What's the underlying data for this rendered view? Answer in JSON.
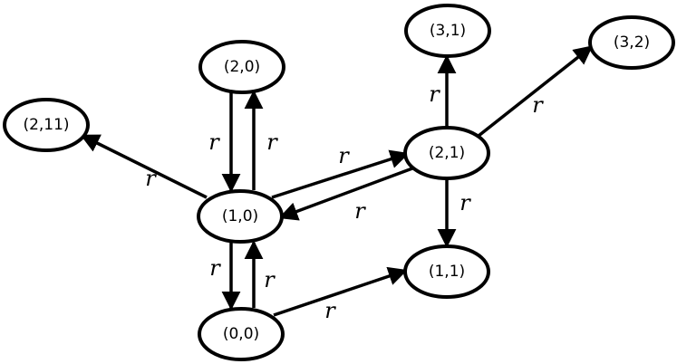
{
  "colors": {
    "stroke": "#000000",
    "fill": "#ffffff",
    "background": "#ffffff"
  },
  "nodes": [
    {
      "id": "n20",
      "label": "(2,0)"
    },
    {
      "id": "n211",
      "label": "(2,11)"
    },
    {
      "id": "n10",
      "label": "(1,0)"
    },
    {
      "id": "n00",
      "label": "(0,0)"
    },
    {
      "id": "n31",
      "label": "(3,1)"
    },
    {
      "id": "n32",
      "label": "(3,2)"
    },
    {
      "id": "n21",
      "label": "(2,1)"
    },
    {
      "id": "n11",
      "label": "(1,1)"
    }
  ],
  "edges": [
    {
      "from": "n10",
      "to": "n211",
      "label": "r"
    },
    {
      "from": "n20",
      "to": "n10",
      "label": "r"
    },
    {
      "from": "n10",
      "to": "n20",
      "label": "r"
    },
    {
      "from": "n10",
      "to": "n21",
      "label": "r"
    },
    {
      "from": "n21",
      "to": "n10",
      "label": "r"
    },
    {
      "from": "n10",
      "to": "n00",
      "label": "r"
    },
    {
      "from": "n00",
      "to": "n10",
      "label": "r"
    },
    {
      "from": "n00",
      "to": "n11",
      "label": "r"
    },
    {
      "from": "n21",
      "to": "n31",
      "label": "r"
    },
    {
      "from": "n21",
      "to": "n32",
      "label": "r"
    },
    {
      "from": "n21",
      "to": "n11",
      "label": "r"
    }
  ]
}
